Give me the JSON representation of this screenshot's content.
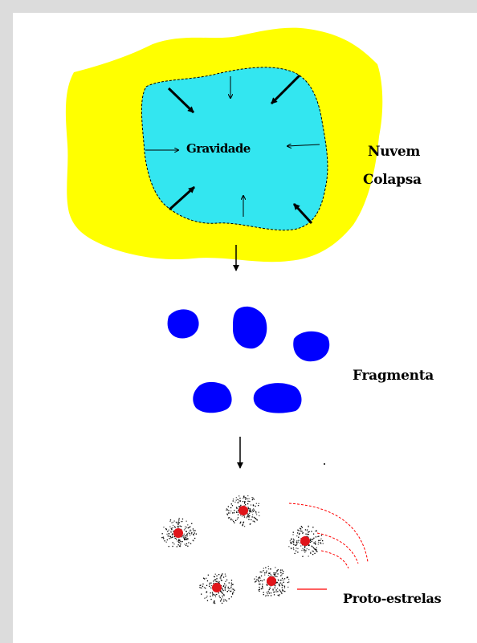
{
  "labels": {
    "gravity": "Gravidade",
    "cloud_line1": "Nuvem",
    "cloud_line2": "Colapsa",
    "fragments": "Fragmenta",
    "protostars": "Proto-estrelas"
  },
  "colors": {
    "background": "#dcdcdc",
    "canvas": "#ffffff",
    "cloud": "#ffff00",
    "core": "#33e6f0",
    "fragment": "#0000ff",
    "protostar_core": "#e0141a",
    "connector": "#ff0000"
  }
}
